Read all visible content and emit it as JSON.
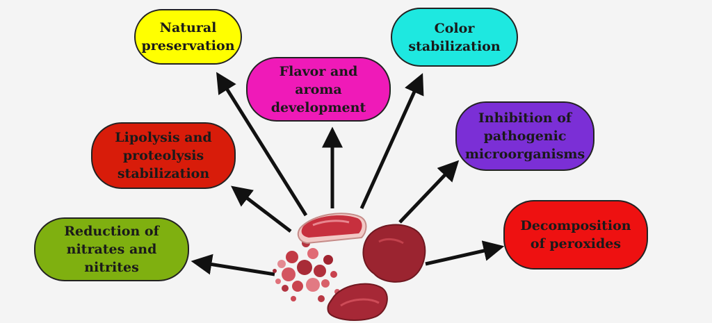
{
  "colors": {
    "background": "#f4f4f4",
    "arrow": "#111111",
    "meat_dark": "#9b2430",
    "meat_light": "#d34a55"
  },
  "center_icon": "raw-meat-and-ground-meat-icon",
  "boxes": [
    {
      "id": "natural",
      "label": "Natural\npreservation",
      "fill": "#ffff00"
    },
    {
      "id": "color",
      "label": "Color\nstabilization",
      "fill": "#1ee8e0"
    },
    {
      "id": "flavor",
      "label": "Flavor and\naroma\ndevelopment",
      "fill": "#ef1ab8"
    },
    {
      "id": "lipolysis",
      "label": "Lipolysis and\nproteolysis\nstabilization",
      "fill": "#d81c0a"
    },
    {
      "id": "inhibit",
      "label": "Inhibition of\npathogenic\nmicroorganisms",
      "fill": "#7b2fd6"
    },
    {
      "id": "reduction",
      "label": "Reduction of\nnitrates and\nnitrites",
      "fill": "#7fb010"
    },
    {
      "id": "decomp",
      "label": "Decomposition\nof peroxides",
      "fill": "#ee1111"
    }
  ]
}
